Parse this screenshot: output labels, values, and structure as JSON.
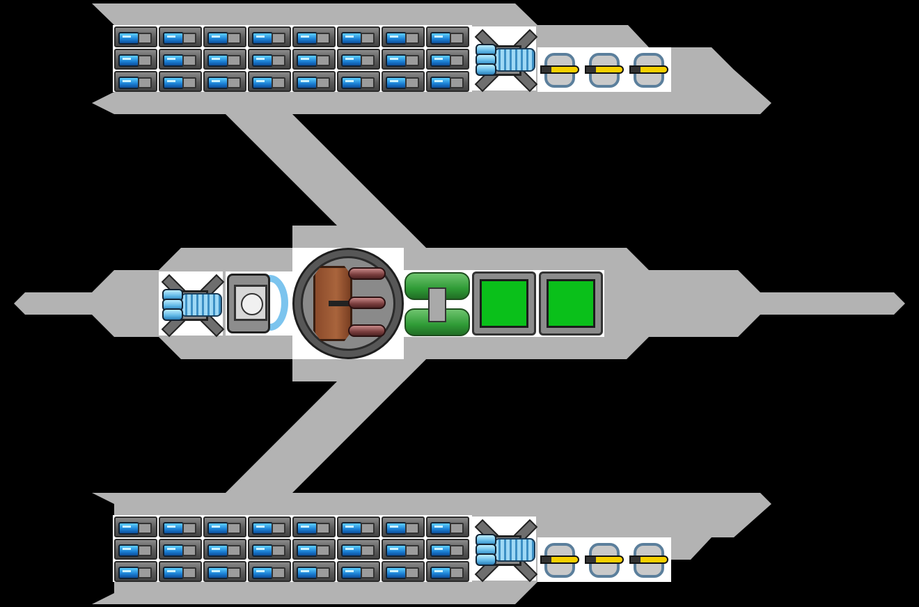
{
  "scene": "ship-blueprint",
  "colors": {
    "background": "#000000",
    "hull": "#b3b3b3",
    "module_backdrop": "#ffffff",
    "energy_cell_lens": "#1a7fd4",
    "thruster_glow": "#5fb7e6",
    "missile_tip": "#f5d000",
    "tank_fill": "#0ac01a",
    "core_plate": "#a9643c",
    "core_barrel": "#7a3e3e"
  },
  "wings": [
    {
      "name": "top-wing",
      "energy_cells": {
        "rows": 3,
        "cols": 8,
        "icon": "battery-icon"
      },
      "thruster": {
        "icon": "thruster-icon"
      },
      "missile_pods": {
        "count": 3,
        "icon": "missile-icon"
      }
    },
    {
      "name": "bottom-wing",
      "energy_cells": {
        "rows": 3,
        "cols": 8,
        "icon": "battery-icon"
      },
      "thruster": {
        "icon": "thruster-icon"
      },
      "missile_pods": {
        "count": 3,
        "icon": "missile-icon"
      }
    }
  ],
  "fuselage": {
    "modules": [
      {
        "kind": "thruster",
        "icon": "thruster-icon"
      },
      {
        "kind": "generator",
        "icon": "generator-icon"
      },
      {
        "kind": "core-turret",
        "icon": "turret-icon",
        "barrels": 3
      },
      {
        "kind": "coolant-pipes",
        "icon": "pipe-icon"
      },
      {
        "kind": "tank",
        "icon": "green-tank-icon"
      },
      {
        "kind": "tank",
        "icon": "green-tank-icon"
      }
    ]
  }
}
